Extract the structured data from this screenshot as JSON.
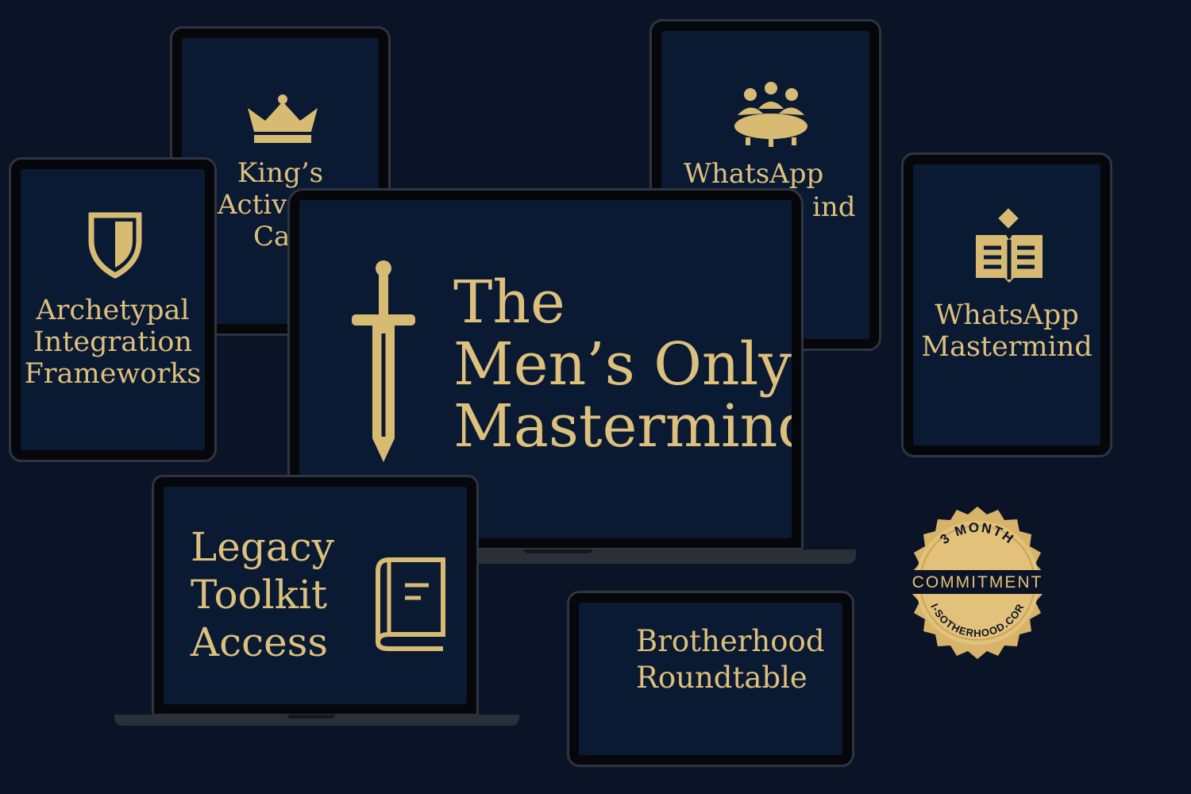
{
  "cards": {
    "kings": {
      "line1": "King’s",
      "line2": "Activs",
      "line3": "Ca",
      "icon": "crown-icon"
    },
    "whatsapp_top": {
      "line1": "WhatsApp",
      "line2": "ind",
      "icon": "roundtable-icon"
    },
    "archetypal": {
      "line1": "Archetypal",
      "line2": "Integration",
      "line3": "Frameworks",
      "icon": "shield-icon"
    },
    "whatsapp_right": {
      "line1": "WhatsApp",
      "line2": "Mastermind",
      "icon": "open-book-icon"
    },
    "hero": {
      "line1": "The",
      "line2": "Men’s Only",
      "line3": "Mastermind",
      "icon": "sword-icon"
    },
    "legacy": {
      "line1": "Legacy",
      "line2": "Toolkit",
      "line3": "Access",
      "icon": "book-icon"
    },
    "brotherhood": {
      "line1": "Brotherhood",
      "line2": "Roundtable"
    }
  },
  "seal": {
    "top": "3 MONTH",
    "middle": "COMMITMENT",
    "bottom": "I-SOTHERHOOD.COR"
  },
  "colors": {
    "background": "#0b1427",
    "screen": "#0b1a33",
    "gold": "#d8bb73",
    "bezel": "#05070b"
  }
}
